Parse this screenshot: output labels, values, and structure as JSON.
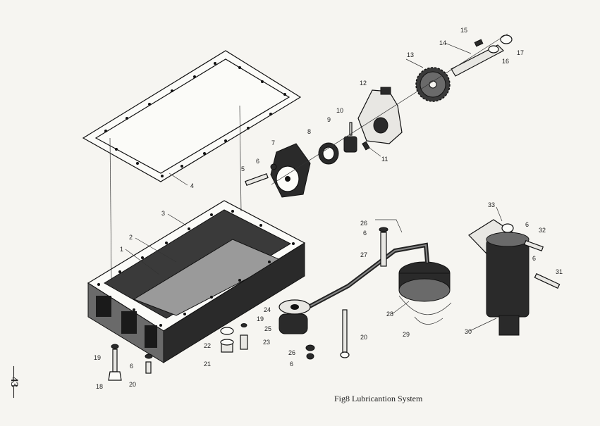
{
  "caption": "Fig8 Lubricantion System",
  "page_number": "—43—",
  "callouts": [
    {
      "id": "c1",
      "text": "1"
    },
    {
      "id": "c2",
      "text": "2"
    },
    {
      "id": "c3",
      "text": "3"
    },
    {
      "id": "c4",
      "text": "4"
    },
    {
      "id": "c5",
      "text": "5"
    },
    {
      "id": "c6a",
      "text": "6"
    },
    {
      "id": "c7",
      "text": "7"
    },
    {
      "id": "c8",
      "text": "8"
    },
    {
      "id": "c9",
      "text": "9"
    },
    {
      "id": "c10",
      "text": "10"
    },
    {
      "id": "c11",
      "text": "11"
    },
    {
      "id": "c12",
      "text": "12"
    },
    {
      "id": "c13",
      "text": "13"
    },
    {
      "id": "c14",
      "text": "14"
    },
    {
      "id": "c15",
      "text": "15"
    },
    {
      "id": "c16",
      "text": "16"
    },
    {
      "id": "c17",
      "text": "17"
    },
    {
      "id": "c18",
      "text": "18"
    },
    {
      "id": "c19a",
      "text": "19"
    },
    {
      "id": "c19b",
      "text": "19"
    },
    {
      "id": "c20a",
      "text": "20"
    },
    {
      "id": "c20b",
      "text": "20"
    },
    {
      "id": "c21",
      "text": "21"
    },
    {
      "id": "c22",
      "text": "22"
    },
    {
      "id": "c23",
      "text": "23"
    },
    {
      "id": "c24",
      "text": "24"
    },
    {
      "id": "c25",
      "text": "25"
    },
    {
      "id": "c26a",
      "text": "26"
    },
    {
      "id": "c26b",
      "text": "26"
    },
    {
      "id": "c6b",
      "text": "6"
    },
    {
      "id": "c6c",
      "text": "6"
    },
    {
      "id": "c6d",
      "text": "6"
    },
    {
      "id": "c6e",
      "text": "6"
    },
    {
      "id": "c6f",
      "text": "6"
    },
    {
      "id": "c27",
      "text": "27"
    },
    {
      "id": "c28",
      "text": "28"
    },
    {
      "id": "c29",
      "text": "29"
    },
    {
      "id": "c30",
      "text": "30"
    },
    {
      "id": "c31",
      "text": "31"
    },
    {
      "id": "c32",
      "text": "32"
    },
    {
      "id": "c33",
      "text": "33"
    }
  ]
}
